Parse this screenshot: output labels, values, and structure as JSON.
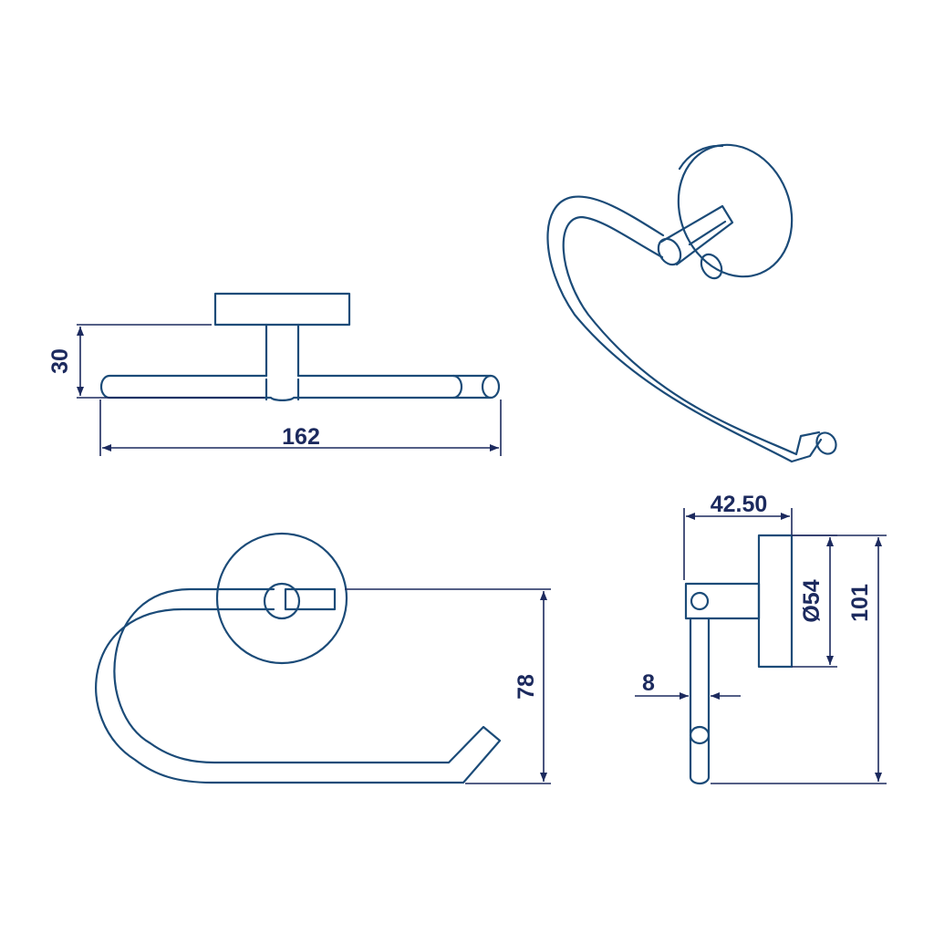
{
  "drawing": {
    "dimensions": {
      "projection_depth": "30",
      "overall_length": "162",
      "holder_height": "78",
      "wall_offset": "42.50",
      "rod_diameter": "8",
      "base_diameter": "Ø54",
      "overall_height": "101"
    },
    "colors": {
      "outline": "#1b4b78",
      "dimension_line": "#1c2a5e",
      "background": "#ffffff"
    },
    "views": [
      "top-view",
      "isometric-view",
      "front-view",
      "side-view"
    ]
  }
}
